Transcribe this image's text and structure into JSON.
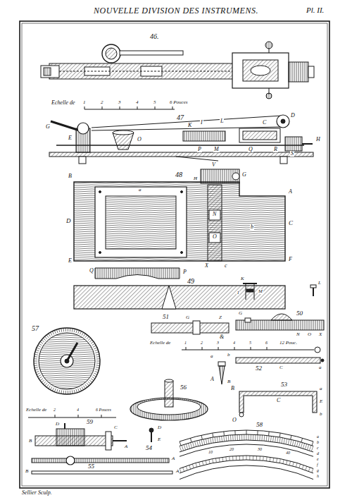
{
  "diagram": {
    "title": "NOUVELLE DIVISION DES INSTRUMENS.",
    "labels": [
      "Pl. II.",
      "46.",
      "Echelle de",
      "1",
      "2",
      "3",
      "4",
      "5",
      "6 Pouces",
      "47",
      "G",
      "E",
      "O",
      "K",
      "I",
      "L",
      "C",
      "D",
      "H",
      "P",
      "M",
      "Q",
      "R",
      "S",
      "V",
      "48",
      "B",
      "D",
      "E",
      "A",
      "C",
      "F",
      "G",
      "H",
      "N",
      "O",
      "X",
      "c",
      "a",
      "b",
      "Q",
      "P",
      "49",
      "K",
      "I",
      "M",
      "L",
      "51",
      "G",
      "Z",
      "&",
      "50",
      "G",
      "N",
      "O",
      "X",
      "Echelle de",
      "1",
      "2",
      "3",
      "4",
      "5",
      "6",
      "12 Pouc.",
      "a",
      "b",
      "52",
      "A",
      "B",
      "C",
      "a",
      "53",
      "B",
      "C",
      "O",
      "E",
      "a",
      "b",
      "57",
      "Echelle de",
      "2",
      "4",
      "6 Pouces",
      "56",
      "59",
      "D",
      "C",
      "B",
      "A",
      "54",
      "D",
      "E",
      "55",
      "B",
      "A",
      "A",
      "58",
      "10",
      "20",
      "30",
      "40",
      "a",
      "b",
      "c",
      "d",
      "e",
      "f",
      "g",
      "h",
      "Sellier Sculp."
    ]
  }
}
